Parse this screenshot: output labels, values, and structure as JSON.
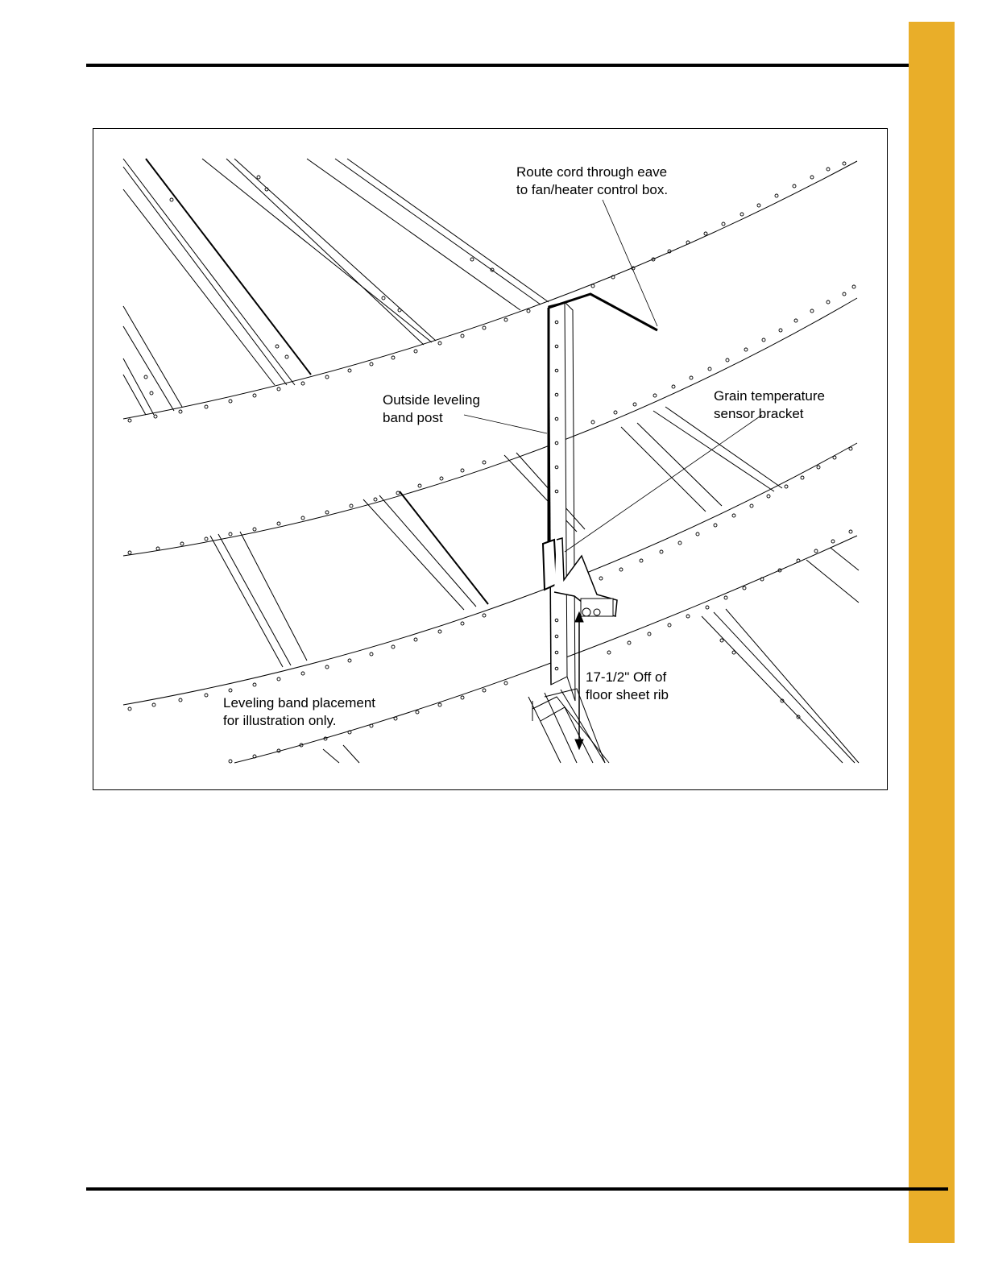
{
  "theme": {
    "accent": "#E9AE29",
    "line": "#000000",
    "paper": "#ffffff"
  },
  "figure": {
    "callouts": {
      "route_cord": {
        "line1": "Route cord through eave",
        "line2": "to fan/heater control box."
      },
      "leveling_post": {
        "line1": "Outside leveling",
        "line2": "band post"
      },
      "sensor_bracket": {
        "line1": "Grain temperature",
        "line2": "sensor bracket"
      },
      "dimension": {
        "line1": "17-1/2\" Off of",
        "line2": "floor sheet rib"
      },
      "placement_note": {
        "line1": "Leveling band placement",
        "line2": "for illustration only."
      }
    }
  }
}
